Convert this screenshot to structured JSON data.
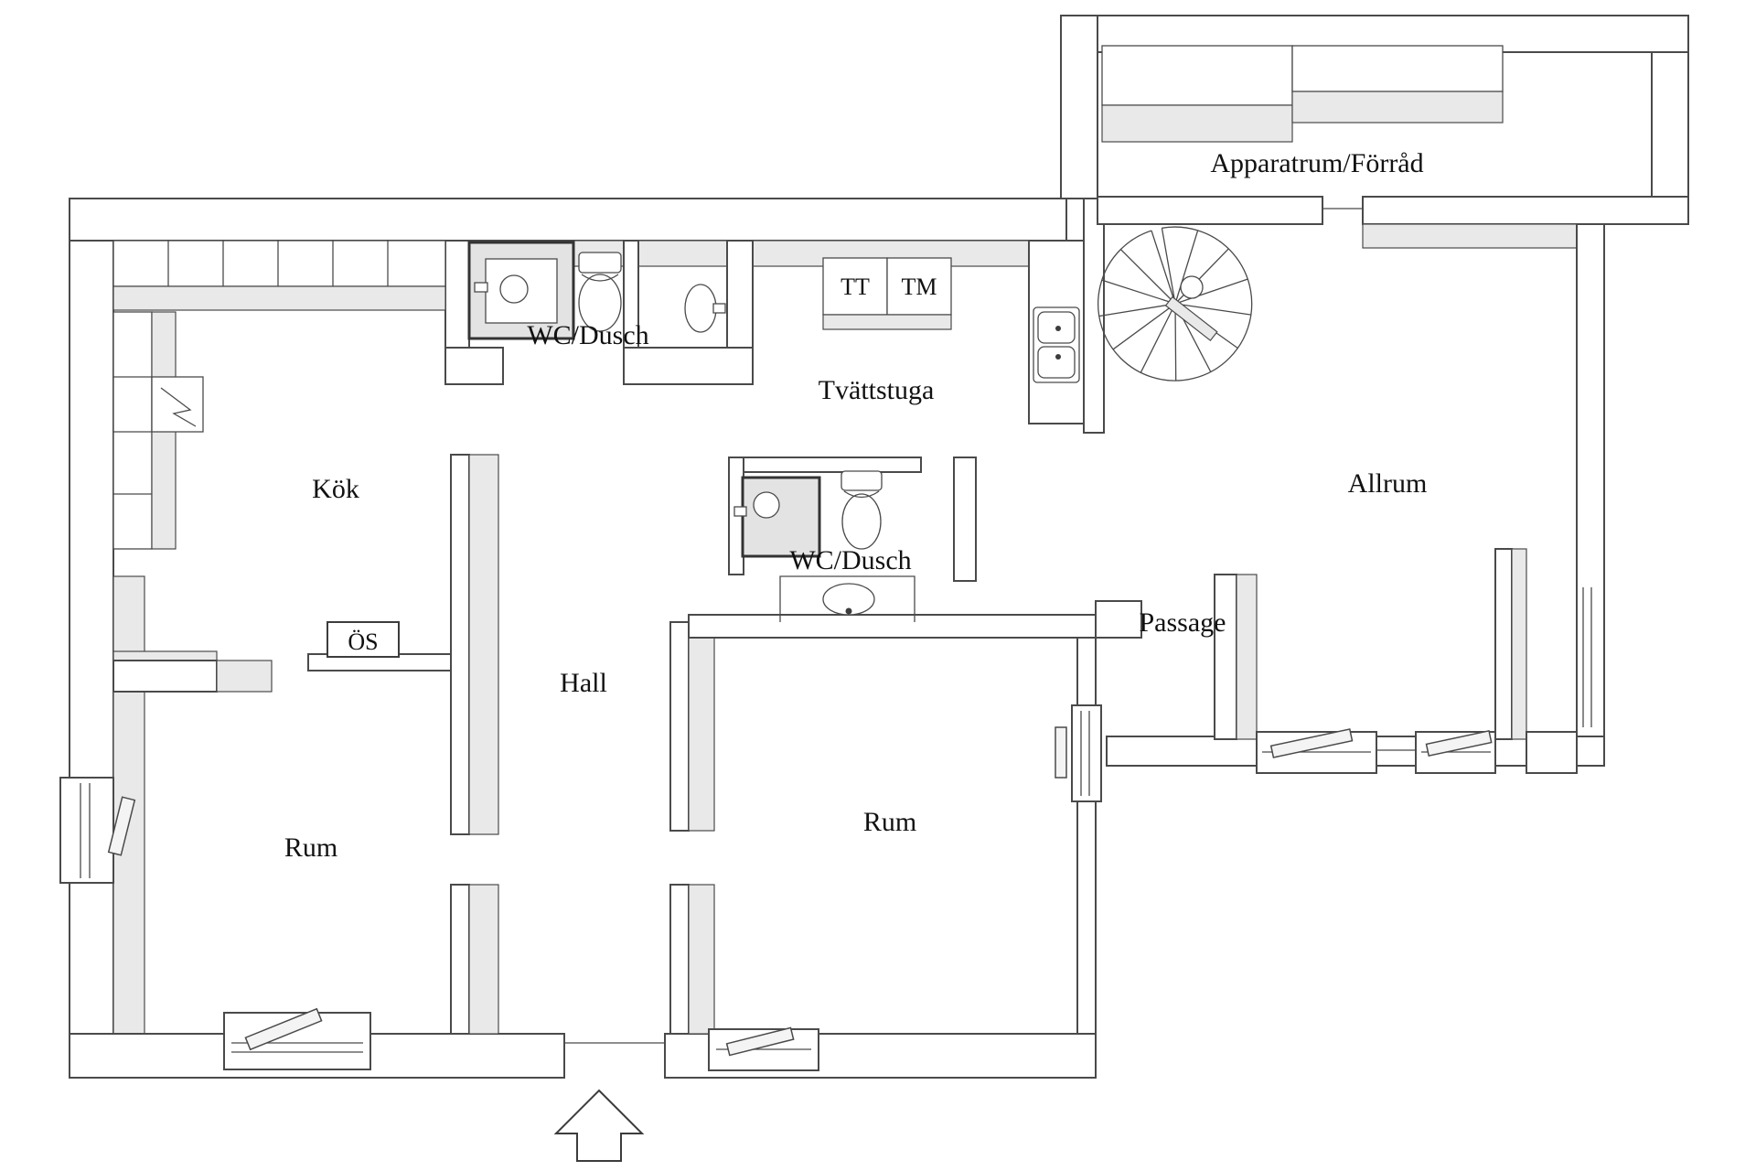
{
  "title": "Floor plan (Swedish apartment / house level)",
  "colors": {
    "background": "#ffffff",
    "wall_fill": "#ffffff",
    "wall_stroke": "#4a4a4a",
    "face_shade": "#e9e9e9",
    "shower_fill": "#e3e3e3",
    "label_text": "#111111"
  },
  "labels": {
    "apparatrum": "Apparatrum/Förråd",
    "wc_dusch_top": "WC/Dusch",
    "wc_dusch_mid": "WC/Dusch",
    "tt": "TT",
    "tm": "TM",
    "tvattstuga": "Tvättstuga",
    "kok": "Kök",
    "allrum": "Allrum",
    "os": "ÖS",
    "hall": "Hall",
    "passage": "Passage",
    "rum_left": "Rum",
    "rum_right": "Rum"
  },
  "fixtures": {
    "spiral_staircase": "spiral-staircase-icon",
    "toilet": "toilet-icon",
    "shower": "shower-cabin-icon",
    "washbasin": "washbasin-icon",
    "double_laundry_sink": "double-sink-icon",
    "radiator": "radiator-icon",
    "window": "window-icon",
    "kitchen_counter": "kitchen-counter",
    "wall_cabinets": "wall-cabinets",
    "storage_cabinets": "storage-cabinets",
    "appliance_symbol": "lightning-appliance-icon",
    "fireplace": "open-fireplace-os",
    "entrance_arrow": "entrance-arrow-icon",
    "entrance_arrow_direction": "up"
  }
}
